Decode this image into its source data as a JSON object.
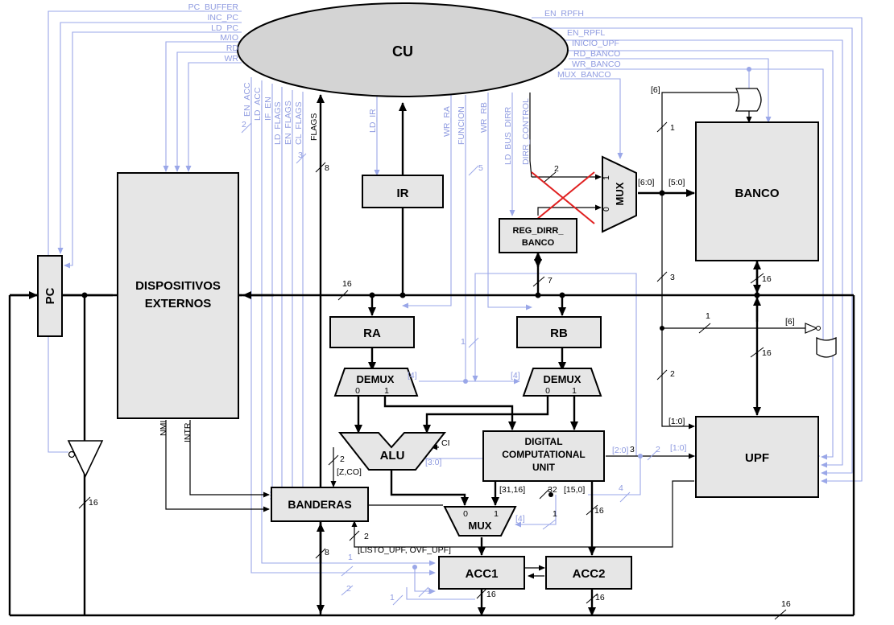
{
  "blocks": {
    "cu": "CU",
    "pc": "PC",
    "dispositivos_line1": "DISPOSITIVOS",
    "dispositivos_line2": "EXTERNOS",
    "ir": "IR",
    "reg_dirr_line1": "REG_DIRR_",
    "reg_dirr_line2": "BANCO",
    "mux_top": "MUX",
    "banco": "BANCO",
    "ra": "RA",
    "rb": "RB",
    "demux_a": "DEMUX",
    "demux_b": "DEMUX",
    "alu": "ALU",
    "dcu_line1": "DIGITAL",
    "dcu_line2": "COMPUTATIONAL",
    "dcu_line3": "UNIT",
    "upf": "UPF",
    "banderas": "BANDERAS",
    "mux_bottom": "MUX",
    "acc1": "ACC1",
    "acc2": "ACC2"
  },
  "control_signals": {
    "pc_buffer": "PC_BUFFER",
    "inc_pc": "INC_PC",
    "ld_pc": "LD_PC",
    "m_io": "M/IO",
    "rd": "RD",
    "wr": "WR",
    "en_acc": "EN_ACC",
    "ld_acc": "LD_ACC",
    "if_en": "IF_EN",
    "ld_flags": "LD_FLAGS",
    "en_flags": "EN_FLAGS",
    "cl_flags": "CL_FLAGS",
    "flags": "FLAGS",
    "ld_ir": "LD_IR",
    "wr_ra": "WR_RA",
    "funcion": "FUNCION",
    "wr_rb": "WR_RB",
    "ld_bus_dirr": "LD_BUS_DIRR",
    "dirr_control": "DIRR_CONTROL",
    "en_rpfh": "EN_RPFH",
    "en_rpfl": "EN_RPFL",
    "inicio_upf": "INICIO_UPF",
    "rd_banco": "RD_BANCO",
    "wr_banco": "WR_BANCO",
    "mux_banco": "MUX_BANCO"
  },
  "labels": {
    "nmi": "NMI",
    "intr": "INTR",
    "ci": "CI",
    "z_co": "[Z,CO]",
    "listo_ovf": "[LISTO_UPF, OVF_UPF]",
    "bits_6_0": "[6:0]",
    "bits_5_0": "[5:0]",
    "bits_6": "[6]",
    "bits_6b": "[6]",
    "bits_1_0": "[1:0]",
    "bits_1_0b": "[1:0]",
    "bits_2_0": "[2:0]",
    "bits_3_0": "[3:0]",
    "bits_31_16": "[31,16]",
    "bits_15_0": "[15,0]",
    "bits_4a": "[4]",
    "bits_4b": "[4]",
    "bits_4c": "[4]",
    "mux_in0": "0",
    "mux_in1": "1",
    "demux_a_out0": "0",
    "demux_a_out1": "1",
    "demux_b_out0": "0",
    "demux_b_out1": "1",
    "muxb_in0": "0",
    "muxb_in1": "1",
    "w16_main": "16",
    "w16_pc": "16",
    "w16_banco": "16",
    "w16_upf": "16",
    "w16_acc1": "16",
    "w16_acc2": "16",
    "w16_dcu": "16",
    "w16_bottom": "16",
    "w8_flags": "8",
    "w8_banderas": "8",
    "w7": "7",
    "w5": "5",
    "w4": "4",
    "w3_dcu": "3",
    "w3_flags": "3",
    "w3_banco": "3",
    "w2_ctrl": "2",
    "w2_mux": "2",
    "w2_alu": "2",
    "w2_banderas": "2",
    "w2_acc1": "2",
    "w2_upf": "2",
    "w2_dcu": "2",
    "w1_banco": "1",
    "w1_upf": "1",
    "w1_ra": "1",
    "w1_acc": "1",
    "w1_acc_b": "1",
    "w1_acc_c": "1",
    "w1_mux": "1",
    "w32": "32"
  }
}
